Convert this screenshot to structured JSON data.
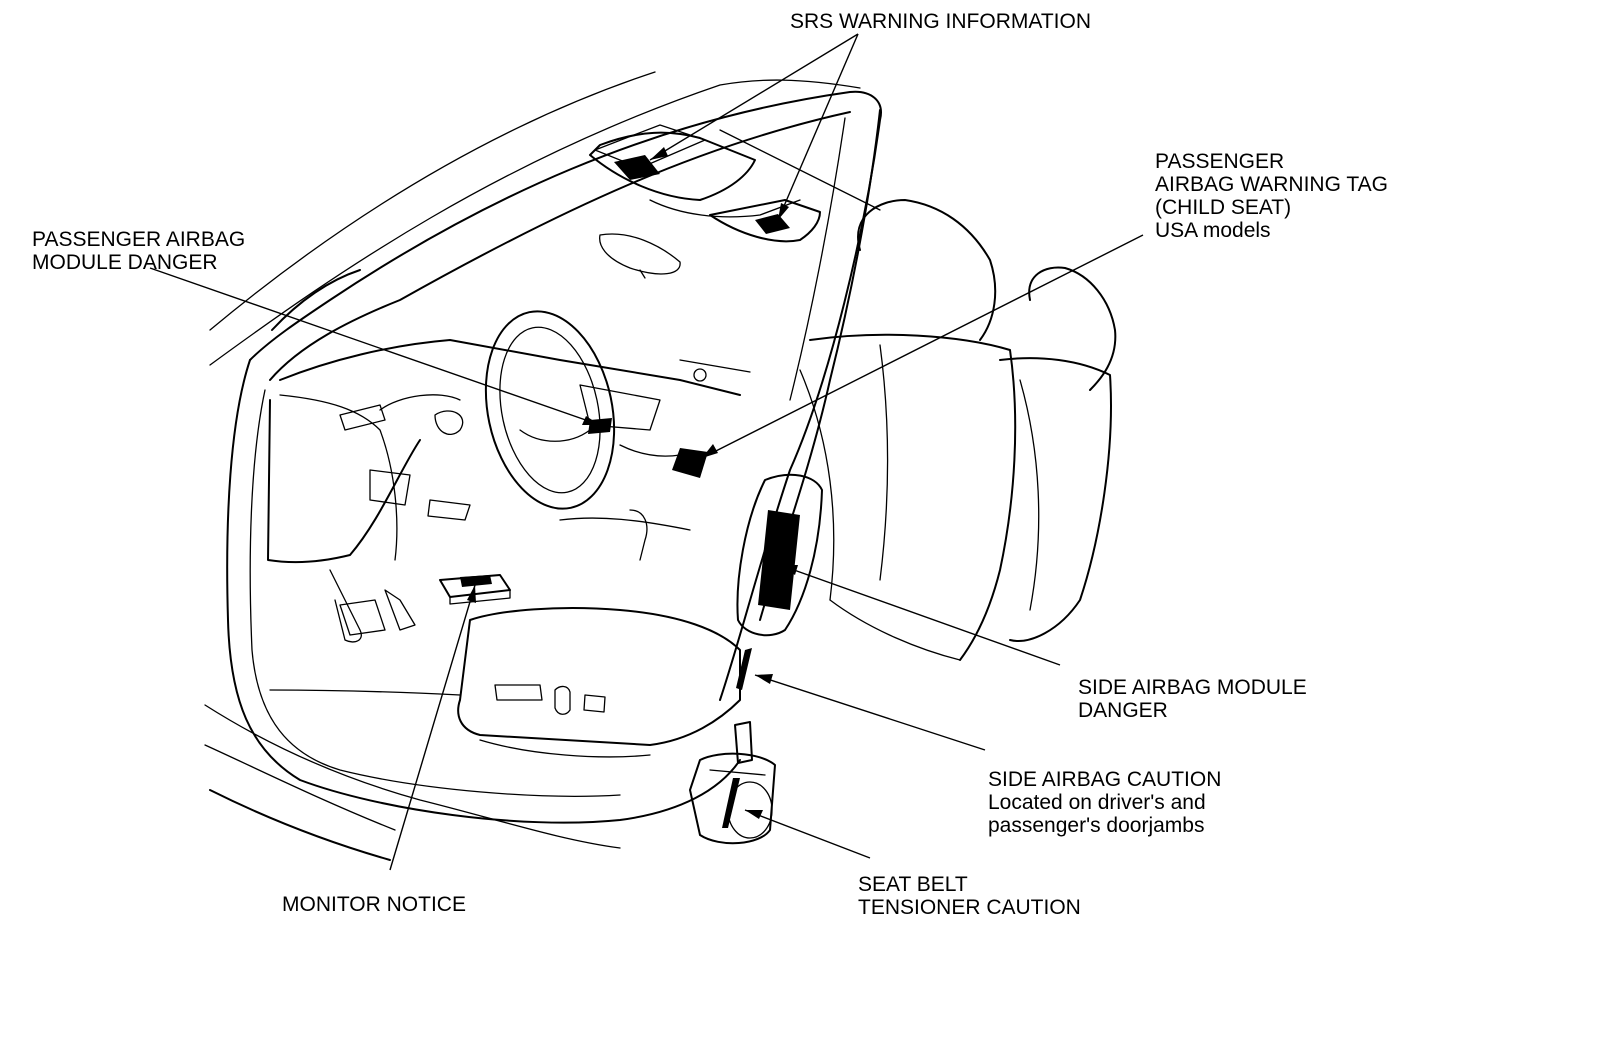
{
  "colors": {
    "ink": "#000000",
    "paper": "#ffffff"
  },
  "labels": {
    "srs_warning": [
      "SRS WARNING INFORMATION"
    ],
    "passenger_airbag_module_danger": [
      "PASSENGER AIRBAG",
      "MODULE DANGER"
    ],
    "passenger_airbag_warning_tag": [
      "PASSENGER",
      "AIRBAG WARNING TAG",
      "(CHILD SEAT)",
      "USA models"
    ],
    "side_airbag_module_danger": [
      "SIDE AIRBAG MODULE",
      "DANGER"
    ],
    "side_airbag_caution": [
      "SIDE AIRBAG CAUTION",
      "Located on driver's and",
      "passenger's doorjambs"
    ],
    "seat_belt_tensioner_caution": [
      "SEAT BELT",
      "TENSIONER CAUTION"
    ],
    "monitor_notice": [
      "MONITOR NOTICE"
    ]
  }
}
